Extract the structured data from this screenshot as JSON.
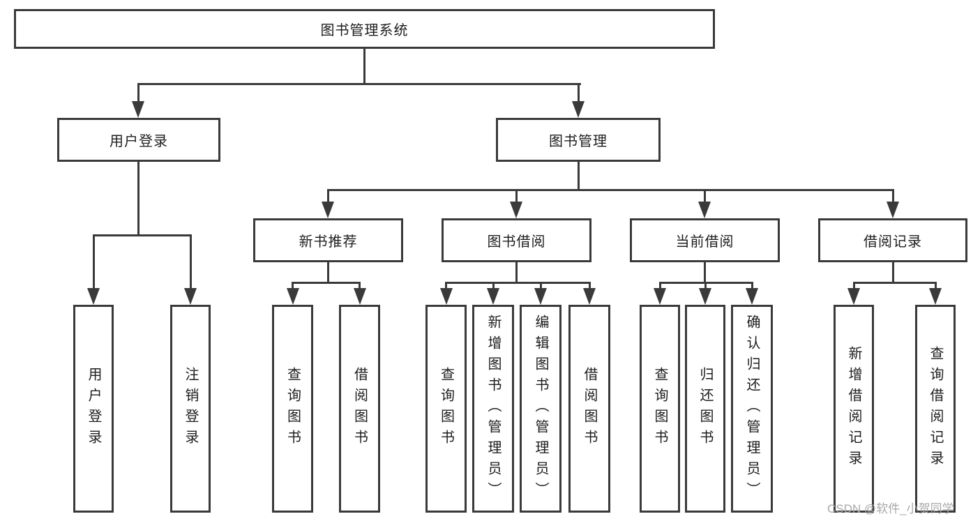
{
  "diagram": {
    "title": "图书管理系统",
    "level2": {
      "user_login": "用户登录",
      "book_mgmt": "图书管理"
    },
    "level3": {
      "new_rec": "新书推荐",
      "book_borrow": "图书借阅",
      "cur_borrow": "当前借阅",
      "borrow_rec": "借阅记录"
    },
    "leaves": {
      "user_login_leaf": "用户登录",
      "logout_leaf": "注销登录",
      "nr_query": "查询图书",
      "nr_borrow": "借阅图书",
      "bb_query": "查询图书",
      "bb_add": "新增图书（管理员）",
      "bb_edit": "编辑图书（管理员）",
      "bb_borrow": "借阅图书",
      "cb_query": "查询图书",
      "cb_return": "归还图书",
      "cb_confirm": "确认归还（管理员）",
      "br_add": "新增借阅记录",
      "br_query": "查询借阅记录"
    }
  },
  "watermark": "CSDN @软件_小贺同学",
  "colors": {
    "line": "#3a3a3a",
    "border": "#3a3a3a",
    "text": "#1d1d1f",
    "watermark": "#a8a8a8",
    "background": "#ffffff"
  }
}
